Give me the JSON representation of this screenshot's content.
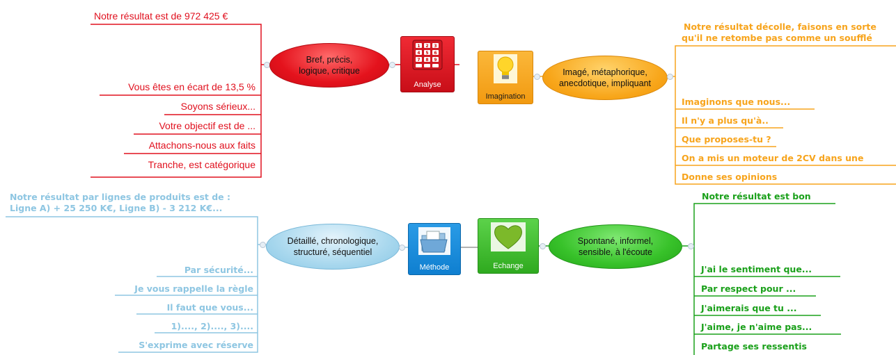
{
  "colors": {
    "analyse": "#e0101e",
    "imagination": "#f7a41c",
    "methode": "#8ec6e2",
    "echange": "#1aa01a"
  },
  "analyse": {
    "box_label": "Analyse",
    "icon": "keypad-icon",
    "node_line1": "Bref, précis,",
    "node_line2": "logique, critique",
    "top": "Notre résultat est de 972 425 €",
    "items": [
      "Vous êtes en écart de 13,5 %",
      "Soyons sérieux...",
      "Votre objectif est de ...",
      "Attachons-nous aux faits",
      "Tranche, est catégorique"
    ]
  },
  "imagination": {
    "box_label": "Imagination",
    "icon": "lightbulb-icon",
    "node_line1": "Imagé, métaphorique,",
    "node_line2": "anecdotique, impliquant",
    "top_line1": "Notre résultat décolle, faisons en sorte",
    "top_line2": "qu'il ne retombe pas comme un soufflé",
    "items": [
      "Imaginons que nous...",
      "Il n'y a plus qu'à..",
      "Que proposes-tu ?",
      "On a mis un moteur de 2CV dans une",
      "Donne ses opinions"
    ]
  },
  "methode": {
    "box_label": "Méthode",
    "icon": "folder-icon",
    "node_line1": "Détaillé, chronologique,",
    "node_line2": "structuré, séquentiel",
    "top_line1": "Notre résultat par lignes de produits est de :",
    "top_line2": "Ligne A) + 25 250 K€, Ligne B) - 3 212 K€...",
    "items": [
      "Par sécurité...",
      "Je vous rappelle la règle",
      "Il faut que vous...",
      "1)...., 2)...., 3)....",
      "S'exprime avec réserve"
    ]
  },
  "echange": {
    "box_label": "Echange",
    "icon": "heart-icon",
    "node_line1": "Spontané, informel,",
    "node_line2": "sensible, à l'écoute",
    "top": "Notre résultat est bon",
    "items": [
      "J'ai le sentiment que...",
      "Par respect pour ...",
      "J'aimerais que tu ...",
      "J'aime, je n'aime pas...",
      "Partage ses ressentis"
    ]
  }
}
